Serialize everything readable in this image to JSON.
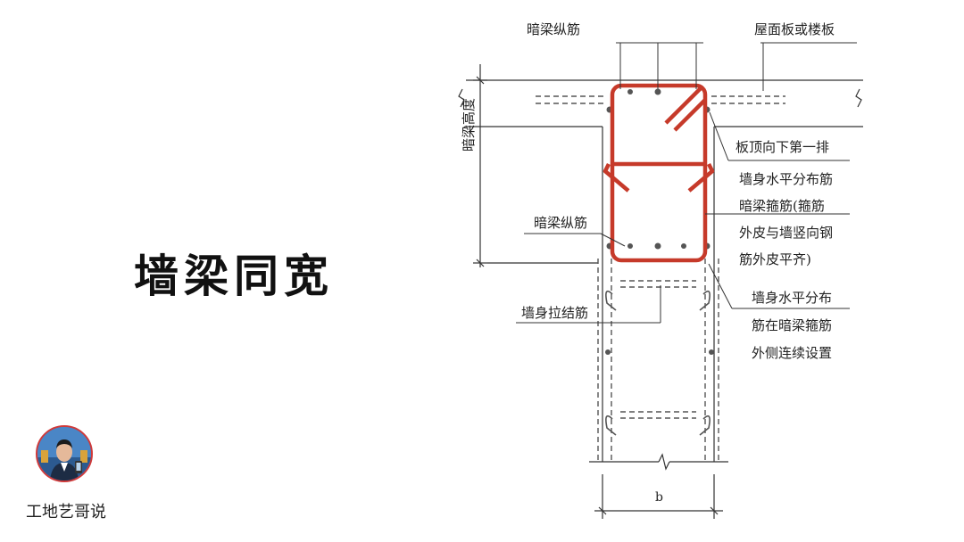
{
  "title": "墙梁同宽",
  "channel": {
    "name": "工地艺哥说",
    "avatar_icon": "presenter-avatar"
  },
  "diagram": {
    "labels": {
      "top_bar": "暗梁纵筋",
      "slab": "屋面板或楼板",
      "height_dim": "暗梁高度",
      "slab_first_row": "板顶向下第一排",
      "wall_horizontal": "墙身水平分布筋",
      "stirrup_line1": "暗梁箍筋(箍筋",
      "stirrup_line2": "外皮与墙竖向钢",
      "stirrup_line3": "筋外皮平齐)",
      "bottom_bar": "暗梁纵筋",
      "tie_bar": "墙身拉结筋",
      "outside_line1": "墙身水平分布",
      "outside_line2": "筋在暗梁箍筋",
      "outside_line3": "外侧连续设置",
      "width_dim": "b"
    },
    "colors": {
      "stirrup": "#c63a2a",
      "lines": "#333333",
      "rebar_dot": "#555555"
    }
  }
}
